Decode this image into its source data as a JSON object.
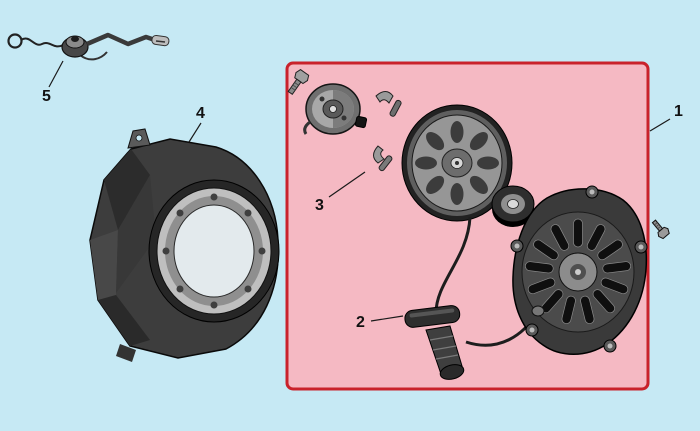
{
  "diagram": {
    "name": "recoil-starter-exploded-parts-diagram",
    "background_color": "#c6e9f4",
    "highlight": {
      "fill": "#f5b9c3",
      "border": "#c9222b"
    },
    "label_color": "#111111",
    "callouts": [
      {
        "label": "1",
        "part": "recoil-starter-assembly"
      },
      {
        "label": "2",
        "part": "starter-grip"
      },
      {
        "label": "3",
        "part": "friction-spring-set"
      },
      {
        "label": "4",
        "part": "fan-cover"
      },
      {
        "label": "5",
        "part": "engine-stop-switch"
      }
    ]
  }
}
